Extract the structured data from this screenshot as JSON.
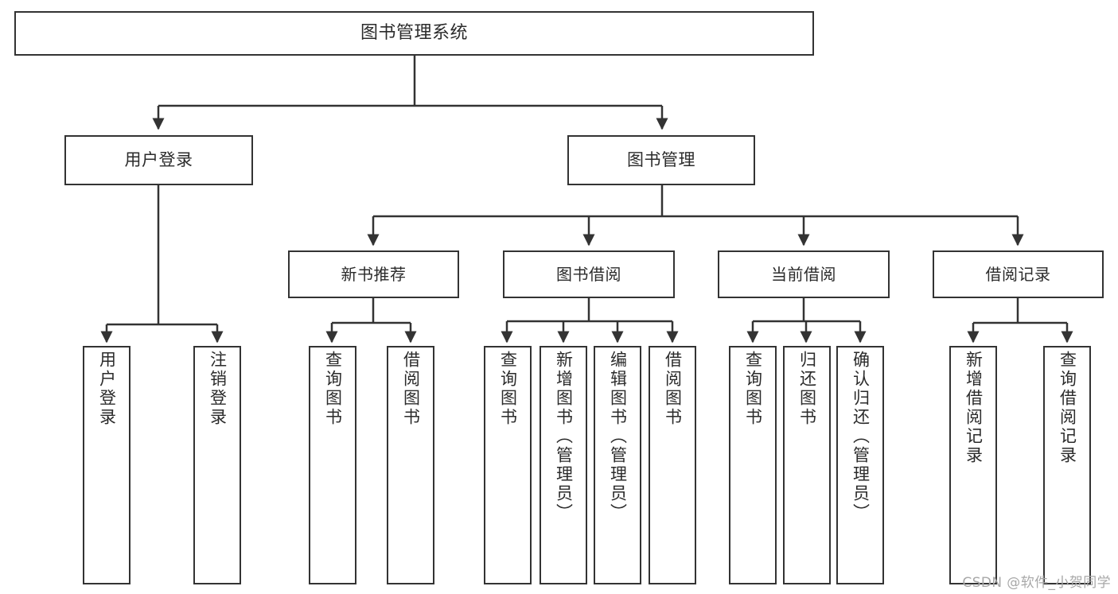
{
  "diagram": {
    "title": "图书管理系统",
    "type": "tree-hierarchy",
    "root": {
      "label": "图书管理系统"
    },
    "level1": [
      {
        "label": "用户登录"
      },
      {
        "label": "图书管理"
      }
    ],
    "level2": [
      {
        "label": "新书推荐"
      },
      {
        "label": "图书借阅"
      },
      {
        "label": "当前借阅"
      },
      {
        "label": "借阅记录"
      }
    ],
    "leaves": {
      "user_login": [
        {
          "label": "用户登录"
        },
        {
          "label": "注销登录"
        }
      ],
      "new_book_recommend": [
        {
          "label": "查询图书"
        },
        {
          "label": "借阅图书"
        }
      ],
      "book_borrow": [
        {
          "label": "查询图书"
        },
        {
          "label": "新增图书（管理员）"
        },
        {
          "label": "编辑图书（管理员）"
        },
        {
          "label": "借阅图书"
        }
      ],
      "current_borrow": [
        {
          "label": "查询图书"
        },
        {
          "label": "归还图书"
        },
        {
          "label": "确认归还（管理员）"
        }
      ],
      "borrow_record": [
        {
          "label": "新增借阅记录"
        },
        {
          "label": "查询借阅记录"
        }
      ]
    },
    "watermark": "CSDN @软件_小贺同学",
    "colors": {
      "stroke": "#333333",
      "text": "#2b2b2b",
      "background": "#ffffff",
      "watermark": "#a8a8a8"
    }
  }
}
